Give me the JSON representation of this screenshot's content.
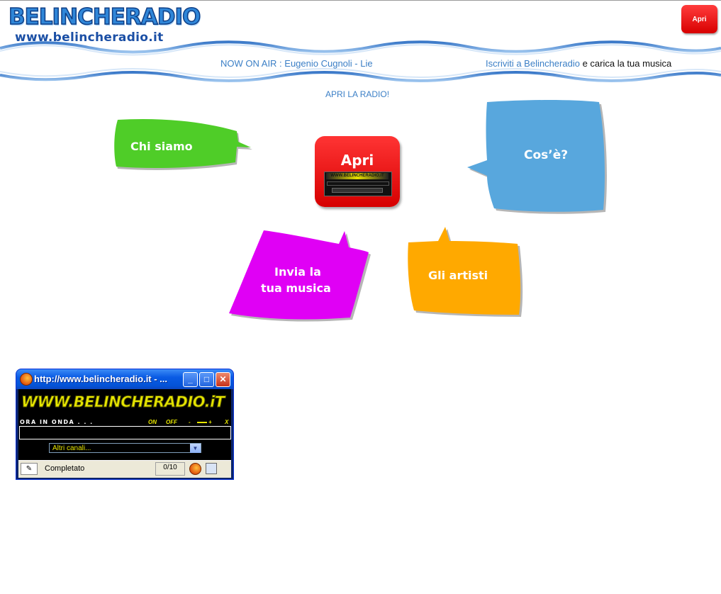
{
  "header": {
    "logo_text": "BELINCHERADIO",
    "logo_url": "www.belincheradio.it",
    "apri_button": "Apri"
  },
  "bar": {
    "now_on_air": "NOW ON AIR : Eugenio Cugnoli - Lie",
    "iscriviti_link": "Iscriviti a Belincheradio",
    "iscriviti_rest": " e carica la tua musica"
  },
  "apri_radio_link": "APRI LA RADIO!",
  "bubbles": {
    "chi_siamo": "Chi siamo",
    "cose": "Cos’è?",
    "invia_line1": "Invia la",
    "invia_line2": "tua musica",
    "artisti": "Gli artisti",
    "apri": "Apri"
  },
  "colors": {
    "green": "#4fcd28",
    "blue": "#58a7dd",
    "magenta": "#e000f5",
    "orange": "#ffa900",
    "red": "#e31414",
    "link_blue": "#3b7fc6"
  },
  "popup": {
    "title": "http://www.belincheradio.it - ...",
    "banner_text": "WWW.BELINCHERADIO.iT",
    "ora_in_onda": "ORA IN ONDA . . .",
    "on": "ON",
    "off": "OFF",
    "vol_minus": "-",
    "vol_plus": "+",
    "close_x": "X",
    "select_value": "Altri canali...",
    "status_text": "Completato",
    "status_count": "0/10",
    "min_icon": "minimize-icon",
    "max_icon": "maximize-icon",
    "close_icon": "close-icon"
  }
}
